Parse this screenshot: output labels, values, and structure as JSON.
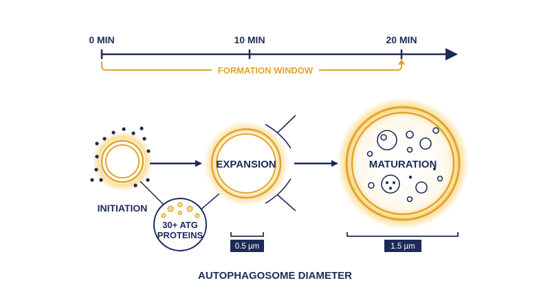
{
  "timeline": {
    "ticks": [
      {
        "label": "0 MIN",
        "minutes": 0
      },
      {
        "label": "10 MIN",
        "minutes": 10
      },
      {
        "label": "20 MIN",
        "minutes": 20
      }
    ],
    "window_label": "FORMATION WINDOW"
  },
  "stages": {
    "initiation": "INITIATION",
    "expansion": "EXPANSION",
    "maturation": "MATURATION"
  },
  "callout": {
    "line1": "30+ ATG",
    "line2": "PROTEINS"
  },
  "scales": {
    "small": "0.5 µm",
    "large": "1.5 µm"
  },
  "footer": {
    "caption": "AUTOPHAGOSOME DIAMETER"
  },
  "colors": {
    "navy": "#1b2a57",
    "gold": "#e0a52a",
    "glow": "#f7c24a"
  }
}
